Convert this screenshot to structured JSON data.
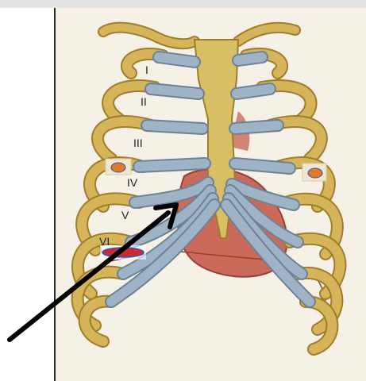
{
  "rib_labels": [
    "I",
    "II",
    "III",
    "IV",
    "V",
    "VI"
  ],
  "colors": {
    "bone": "#d6b45a",
    "bone_outline": "#a07d2a",
    "cartilage": "#9fb3c7",
    "cartilage_outline": "#6d8296",
    "heart": "#c96a5a",
    "heart_outline": "#9a3f34",
    "marker_orange": "#e07a24",
    "marker_red": "#cc2b2b",
    "marker_blue": "#2a56c8",
    "arrow": "#000000",
    "background": "#f6f1e6"
  },
  "markers": [
    "left-fourth-intercostal-dot",
    "right-fourth-intercostal-dot",
    "sixth-rib-marker"
  ]
}
